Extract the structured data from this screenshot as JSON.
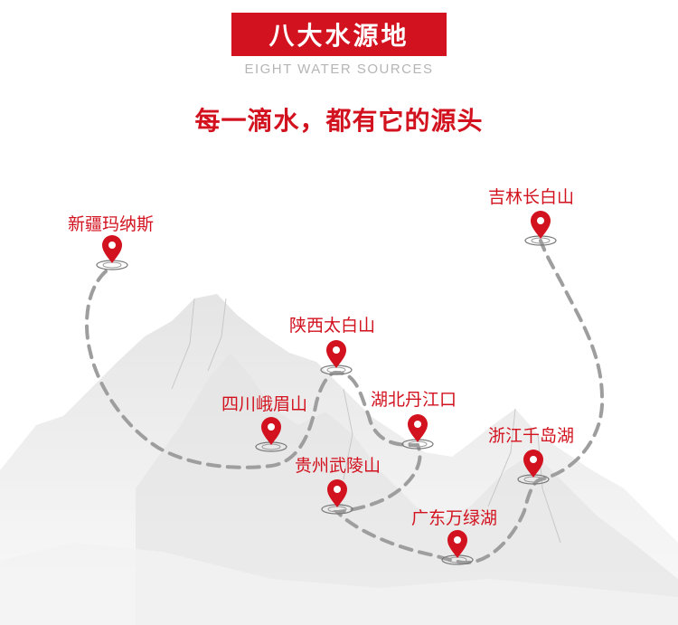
{
  "header": {
    "title": "八大水源地",
    "subtitle": "EIGHT WATER SOURCES",
    "slogan": "每一滴水，都有它的源头"
  },
  "colors": {
    "accent": "#d2121e",
    "route": "#9e9e9e",
    "mountain": "#d9d9d9"
  },
  "locations": [
    {
      "id": "xinjiang",
      "name": "新疆玛纳斯"
    },
    {
      "id": "jilin",
      "name": "吉林长白山"
    },
    {
      "id": "shaanxi",
      "name": "陕西太白山"
    },
    {
      "id": "sichuan",
      "name": "四川峨眉山"
    },
    {
      "id": "hubei",
      "name": "湖北丹江口"
    },
    {
      "id": "guizhou",
      "name": "贵州武陵山"
    },
    {
      "id": "zhejiang",
      "name": "浙江千岛湖"
    },
    {
      "id": "guangdong",
      "name": "广东万绿湖"
    }
  ]
}
